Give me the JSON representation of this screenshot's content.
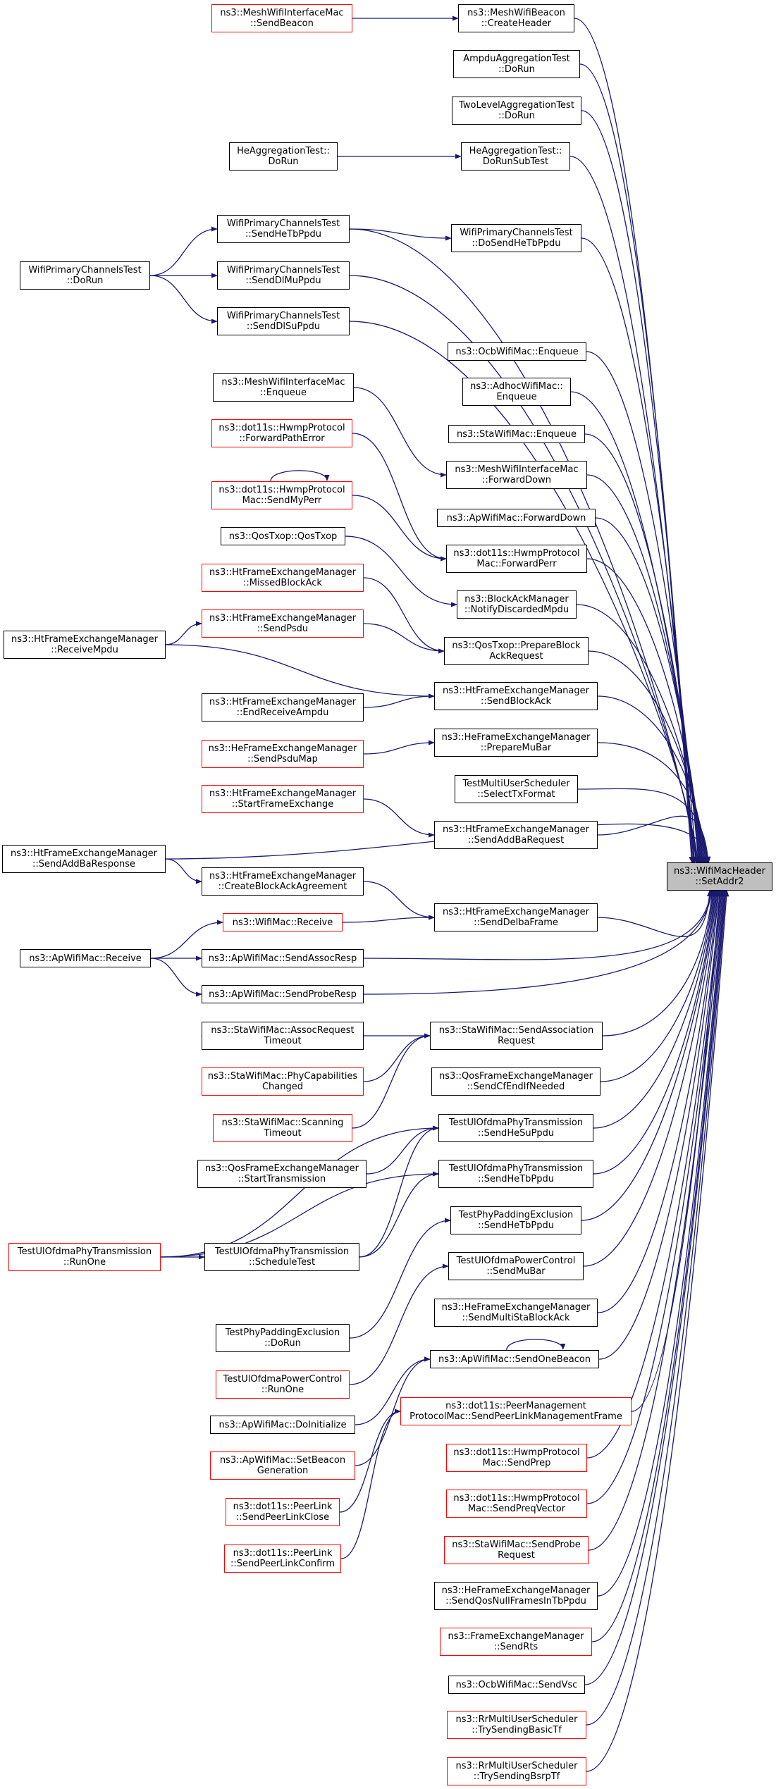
{
  "nodes": [
    {
      "id": "n_meshSendBeacon",
      "lines": [
        "ns3::MeshWifiInterfaceMac",
        "::SendBeacon"
      ],
      "style": "red"
    },
    {
      "id": "n_meshCreateHeader",
      "lines": [
        "ns3::MeshWifiBeacon",
        "::CreateHeader"
      ],
      "style": "black"
    },
    {
      "id": "n_ampduDoRun",
      "lines": [
        "AmpduAggregationTest",
        "::DoRun"
      ],
      "style": "black"
    },
    {
      "id": "n_twoLevelDoRun",
      "lines": [
        "TwoLevelAggregationTest",
        "::DoRun"
      ],
      "style": "black"
    },
    {
      "id": "n_heAggDoRun",
      "lines": [
        "HeAggregationTest::",
        "DoRun"
      ],
      "style": "black"
    },
    {
      "id": "n_heAggDoRunSubTest",
      "lines": [
        "HeAggregationTest::",
        "DoRunSubTest"
      ],
      "style": "black"
    },
    {
      "id": "n_wpcSendHeTbPpdu",
      "lines": [
        "WifiPrimaryChannelsTest",
        "::SendHeTbPpdu"
      ],
      "style": "black"
    },
    {
      "id": "n_wpcDoSendHeTbPpdu",
      "lines": [
        "WifiPrimaryChannelsTest",
        "::DoSendHeTbPpdu"
      ],
      "style": "black"
    },
    {
      "id": "n_wpcDoRun",
      "lines": [
        "WifiPrimaryChannelsTest",
        "::DoRun"
      ],
      "style": "black"
    },
    {
      "id": "n_wpcSendDlMuPpdu",
      "lines": [
        "WifiPrimaryChannelsTest",
        "::SendDlMuPpdu"
      ],
      "style": "black"
    },
    {
      "id": "n_wpcSendDlSuPpdu",
      "lines": [
        "WifiPrimaryChannelsTest",
        "::SendDlSuPpdu"
      ],
      "style": "black"
    },
    {
      "id": "n_ocbEnqueue",
      "lines": [
        "ns3::OcbWifiMac::Enqueue"
      ],
      "style": "black"
    },
    {
      "id": "n_adhocEnqueue",
      "lines": [
        "ns3::AdhocWifiMac::",
        "Enqueue"
      ],
      "style": "black"
    },
    {
      "id": "n_meshEnqueue",
      "lines": [
        "ns3::MeshWifiInterfaceMac",
        "::Enqueue"
      ],
      "style": "black"
    },
    {
      "id": "n_staEnqueue",
      "lines": [
        "ns3::StaWifiMac::Enqueue"
      ],
      "style": "black"
    },
    {
      "id": "n_hwmpForwardPathError",
      "lines": [
        "ns3::dot11s::HwmpProtocol",
        "::ForwardPathError"
      ],
      "style": "red"
    },
    {
      "id": "n_meshForwardDown",
      "lines": [
        "ns3::MeshWifiInterfaceMac",
        "::ForwardDown"
      ],
      "style": "black"
    },
    {
      "id": "n_hwmpSendMyPerr",
      "lines": [
        "ns3::dot11s::HwmpProtocol",
        "Mac::SendMyPerr"
      ],
      "style": "red"
    },
    {
      "id": "n_apForwardDown",
      "lines": [
        "ns3::ApWifiMac::ForwardDown"
      ],
      "style": "black"
    },
    {
      "id": "n_qosTxopQosTxop",
      "lines": [
        "ns3::QosTxop::QosTxop"
      ],
      "style": "black"
    },
    {
      "id": "n_hwmpForwardPerr",
      "lines": [
        "ns3::dot11s::HwmpProtocol",
        "Mac::ForwardPerr"
      ],
      "style": "black"
    },
    {
      "id": "n_htMissedBlockAck",
      "lines": [
        "ns3::HtFrameExchangeManager",
        "::MissedBlockAck"
      ],
      "style": "red"
    },
    {
      "id": "n_baNotifyDiscardedMpdu",
      "lines": [
        "ns3::BlockAckManager",
        "::NotifyDiscardedMpdu"
      ],
      "style": "black"
    },
    {
      "id": "n_htSendPsdu",
      "lines": [
        "ns3::HtFrameExchangeManager",
        "::SendPsdu"
      ],
      "style": "red"
    },
    {
      "id": "n_htReceiveMpdu",
      "lines": [
        "ns3::HtFrameExchangeManager",
        "::ReceiveMpdu"
      ],
      "style": "black"
    },
    {
      "id": "n_qosPrepareBlockAckRequest",
      "lines": [
        "ns3::QosTxop::PrepareBlock",
        "AckRequest"
      ],
      "style": "black"
    },
    {
      "id": "n_htSendBlockAck",
      "lines": [
        "ns3::HtFrameExchangeManager",
        "::SendBlockAck"
      ],
      "style": "black"
    },
    {
      "id": "n_htEndReceiveAmpdu",
      "lines": [
        "ns3::HtFrameExchangeManager",
        "::EndReceiveAmpdu"
      ],
      "style": "black"
    },
    {
      "id": "n_heSendPsduMap",
      "lines": [
        "ns3::HeFrameExchangeManager",
        "::SendPsduMap"
      ],
      "style": "red"
    },
    {
      "id": "n_hePrepareMuBar",
      "lines": [
        "ns3::HeFrameExchangeManager",
        "::PrepareMuBar"
      ],
      "style": "black"
    },
    {
      "id": "n_tmusSelectTxFormat",
      "lines": [
        "TestMultiUserScheduler",
        "::SelectTxFormat"
      ],
      "style": "black"
    },
    {
      "id": "n_htStartFrameExchange",
      "lines": [
        "ns3::HtFrameExchangeManager",
        "::StartFrameExchange"
      ],
      "style": "red"
    },
    {
      "id": "n_htSendAddBaRequest",
      "lines": [
        "ns3::HtFrameExchangeManager",
        "::SendAddBaRequest"
      ],
      "style": "black"
    },
    {
      "id": "n_htSendAddBaResponse",
      "lines": [
        "ns3::HtFrameExchangeManager",
        "::SendAddBaResponse"
      ],
      "style": "black"
    },
    {
      "id": "n_root",
      "lines": [
        "ns3::WifiMacHeader",
        "::SetAddr2"
      ],
      "style": "root"
    },
    {
      "id": "n_htCreateBlockAckAgreement",
      "lines": [
        "ns3::HtFrameExchangeManager",
        "::CreateBlockAckAgreement"
      ],
      "style": "black"
    },
    {
      "id": "n_wifiMacReceive",
      "lines": [
        "ns3::WifiMac::Receive"
      ],
      "style": "red"
    },
    {
      "id": "n_htSendDelbaFrame",
      "lines": [
        "ns3::HtFrameExchangeManager",
        "::SendDelbaFrame"
      ],
      "style": "black"
    },
    {
      "id": "n_apReceive",
      "lines": [
        "ns3::ApWifiMac::Receive"
      ],
      "style": "black"
    },
    {
      "id": "n_apSendAssocResp",
      "lines": [
        "ns3::ApWifiMac::SendAssocResp"
      ],
      "style": "black"
    },
    {
      "id": "n_apSendProbeResp",
      "lines": [
        "ns3::ApWifiMac::SendProbeResp"
      ],
      "style": "black"
    },
    {
      "id": "n_staAssocRequestTimeout",
      "lines": [
        "ns3::StaWifiMac::AssocRequest",
        "Timeout"
      ],
      "style": "black"
    },
    {
      "id": "n_staSendAssociationRequest",
      "lines": [
        "ns3::StaWifiMac::SendAssociation",
        "Request"
      ],
      "style": "black"
    },
    {
      "id": "n_staPhyCapabilitiesChanged",
      "lines": [
        "ns3::StaWifiMac::PhyCapabilities",
        "Changed"
      ],
      "style": "red"
    },
    {
      "id": "n_qosSendCfEndIfNeeded",
      "lines": [
        "ns3::QosFrameExchangeManager",
        "::SendCfEndIfNeeded"
      ],
      "style": "black"
    },
    {
      "id": "n_staScanningTimeout",
      "lines": [
        "ns3::StaWifiMac::Scanning",
        "Timeout"
      ],
      "style": "red"
    },
    {
      "id": "n_tuopSendHeSuPpdu",
      "lines": [
        "TestUlOfdmaPhyTransmission",
        "::SendHeSuPpdu"
      ],
      "style": "black"
    },
    {
      "id": "n_qosStartTransmission",
      "lines": [
        "ns3::QosFrameExchangeManager",
        "::StartTransmission"
      ],
      "style": "black"
    },
    {
      "id": "n_tuopSendHeTbPpdu",
      "lines": [
        "TestUlOfdmaPhyTransmission",
        "::SendHeTbPpdu"
      ],
      "style": "black"
    },
    {
      "id": "n_tuopRunOne",
      "lines": [
        "TestUlOfdmaPhyTransmission",
        "::RunOne"
      ],
      "style": "red"
    },
    {
      "id": "n_tuopScheduleTest",
      "lines": [
        "TestUlOfdmaPhyTransmission",
        "::ScheduleTest"
      ],
      "style": "black"
    },
    {
      "id": "n_tppeSendHeTbPpdu",
      "lines": [
        "TestPhyPaddingExclusion",
        "::SendHeTbPpdu"
      ],
      "style": "black"
    },
    {
      "id": "n_tuopcSendMuBar",
      "lines": [
        "TestUlOfdmaPowerControl",
        "::SendMuBar"
      ],
      "style": "black"
    },
    {
      "id": "n_tppeDoRun",
      "lines": [
        "TestPhyPaddingExclusion",
        "::DoRun"
      ],
      "style": "black"
    },
    {
      "id": "n_heSendMultiStaBlockAck",
      "lines": [
        "ns3::HeFrameExchangeManager",
        "::SendMultiStaBlockAck"
      ],
      "style": "black"
    },
    {
      "id": "n_tuopcRunOne",
      "lines": [
        "TestUlOfdmaPowerControl",
        "::RunOne"
      ],
      "style": "red"
    },
    {
      "id": "n_apSendOneBeacon",
      "lines": [
        "ns3::ApWifiMac::SendOneBeacon"
      ],
      "style": "black"
    },
    {
      "id": "n_apDoInitialize",
      "lines": [
        "ns3::ApWifiMac::DoInitialize"
      ],
      "style": "black"
    },
    {
      "id": "n_pmSendPeerLinkManagementFrame",
      "lines": [
        "ns3::dot11s::PeerManagement",
        "ProtocolMac::SendPeerLinkManagementFrame"
      ],
      "style": "red"
    },
    {
      "id": "n_apSetBeaconGeneration",
      "lines": [
        "ns3::ApWifiMac::SetBeacon",
        "Generation"
      ],
      "style": "red"
    },
    {
      "id": "n_hwmpSendPrep",
      "lines": [
        "ns3::dot11s::HwmpProtocol",
        "Mac::SendPrep"
      ],
      "style": "red"
    },
    {
      "id": "n_plSendPeerLinkClose",
      "lines": [
        "ns3::dot11s::PeerLink",
        "::SendPeerLinkClose"
      ],
      "style": "red"
    },
    {
      "id": "n_hwmpSendPreqVector",
      "lines": [
        "ns3::dot11s::HwmpProtocol",
        "Mac::SendPreqVector"
      ],
      "style": "red"
    },
    {
      "id": "n_plSendPeerLinkConfirm",
      "lines": [
        "ns3::dot11s::PeerLink",
        "::SendPeerLinkConfirm"
      ],
      "style": "red"
    },
    {
      "id": "n_staSendProbeRequest",
      "lines": [
        "ns3::StaWifiMac::SendProbe",
        "Request"
      ],
      "style": "red"
    },
    {
      "id": "n_heSendQosNullFramesInTbPpdu",
      "lines": [
        "ns3::HeFrameExchangeManager",
        "::SendQosNullFramesInTbPpdu"
      ],
      "style": "black"
    },
    {
      "id": "n_femSendRts",
      "lines": [
        "ns3::FrameExchangeManager",
        "::SendRts"
      ],
      "style": "red"
    },
    {
      "id": "n_ocbSendVsc",
      "lines": [
        "ns3::OcbWifiMac::SendVsc"
      ],
      "style": "black"
    },
    {
      "id": "n_rrTrySendingBasicTf",
      "lines": [
        "ns3::RrMultiUserScheduler",
        "::TrySendingBasicTf"
      ],
      "style": "red"
    },
    {
      "id": "n_rrTrySendingBsrpTf",
      "lines": [
        "ns3::RrMultiUserScheduler",
        "::TrySendingBsrpTf"
      ],
      "style": "red"
    }
  ],
  "edges": [
    [
      "n_meshSendBeacon",
      "n_meshCreateHeader"
    ],
    [
      "n_heAggDoRun",
      "n_heAggDoRunSubTest"
    ],
    [
      "n_wpcDoRun",
      "n_wpcSendHeTbPpdu"
    ],
    [
      "n_wpcDoRun",
      "n_wpcSendDlMuPpdu"
    ],
    [
      "n_wpcDoRun",
      "n_wpcSendDlSuPpdu"
    ],
    [
      "n_wpcSendHeTbPpdu",
      "n_wpcDoSendHeTbPpdu"
    ],
    [
      "n_meshEnqueue",
      "n_meshForwardDown"
    ],
    [
      "n_hwmpForwardPathError",
      "n_hwmpForwardPerr"
    ],
    [
      "n_hwmpSendMyPerr",
      "n_hwmpSendMyPerr"
    ],
    [
      "n_hwmpSendMyPerr",
      "n_hwmpForwardPerr"
    ],
    [
      "n_qosTxopQosTxop",
      "n_baNotifyDiscardedMpdu"
    ],
    [
      "n_htMissedBlockAck",
      "n_qosPrepareBlockAckRequest"
    ],
    [
      "n_htSendPsdu",
      "n_qosPrepareBlockAckRequest"
    ],
    [
      "n_htReceiveMpdu",
      "n_htSendPsdu"
    ],
    [
      "n_htReceiveMpdu",
      "n_htSendBlockAck"
    ],
    [
      "n_htEndReceiveAmpdu",
      "n_htSendBlockAck"
    ],
    [
      "n_heSendPsduMap",
      "n_hePrepareMuBar"
    ],
    [
      "n_htStartFrameExchange",
      "n_htSendAddBaRequest"
    ],
    [
      "n_htSendAddBaResponse",
      "n_htCreateBlockAckAgreement"
    ],
    [
      "n_wifiMacReceive",
      "n_htSendDelbaFrame"
    ],
    [
      "n_htCreateBlockAckAgreement",
      "n_htSendDelbaFrame"
    ],
    [
      "n_apReceive",
      "n_wifiMacReceive"
    ],
    [
      "n_apReceive",
      "n_apSendAssocResp"
    ],
    [
      "n_apReceive",
      "n_apSendProbeResp"
    ],
    [
      "n_staSendAssociationRequest",
      "n_staAssocRequestTimeout"
    ],
    [
      "n_staPhyCapabilitiesChanged",
      "n_staSendAssociationRequest"
    ],
    [
      "n_staScanningTimeout",
      "n_staSendAssociationRequest"
    ],
    [
      "n_qosStartTransmission",
      "n_tuopSendHeSuPpdu"
    ],
    [
      "n_tuopRunOne",
      "n_tuopSendHeSuPpdu"
    ],
    [
      "n_tuopRunOne",
      "n_tuopScheduleTest"
    ],
    [
      "n_tuopRunOne",
      "n_tuopSendHeTbPpdu"
    ],
    [
      "n_tuopScheduleTest",
      "n_tuopSendHeSuPpdu"
    ],
    [
      "n_tuopScheduleTest",
      "n_tuopSendHeTbPpdu"
    ],
    [
      "n_tppeDoRun",
      "n_tppeSendHeTbPpdu"
    ],
    [
      "n_tuopcRunOne",
      "n_tuopcSendMuBar"
    ],
    [
      "n_apSendOneBeacon",
      "n_apSendOneBeacon"
    ],
    [
      "n_apDoInitialize",
      "n_apSendOneBeacon"
    ],
    [
      "n_apSetBeaconGeneration",
      "n_apSendOneBeacon"
    ],
    [
      "n_plSendPeerLinkClose",
      "n_pmSendPeerLinkManagementFrame"
    ],
    [
      "n_plSendPeerLinkConfirm",
      "n_pmSendPeerLinkManagementFrame"
    ],
    [
      "n_meshCreateHeader",
      "n_root"
    ],
    [
      "n_ampduDoRun",
      "n_root"
    ],
    [
      "n_twoLevelDoRun",
      "n_root"
    ],
    [
      "n_heAggDoRunSubTest",
      "n_root"
    ],
    [
      "n_wpcSendHeTbPpdu",
      "n_root"
    ],
    [
      "n_wpcDoSendHeTbPpdu",
      "n_root"
    ],
    [
      "n_wpcSendDlMuPpdu",
      "n_root"
    ],
    [
      "n_wpcSendDlSuPpdu",
      "n_root"
    ],
    [
      "n_ocbEnqueue",
      "n_root"
    ],
    [
      "n_adhocEnqueue",
      "n_root"
    ],
    [
      "n_staEnqueue",
      "n_root"
    ],
    [
      "n_meshForwardDown",
      "n_root"
    ],
    [
      "n_apForwardDown",
      "n_root"
    ],
    [
      "n_hwmpForwardPerr",
      "n_root"
    ],
    [
      "n_baNotifyDiscardedMpdu",
      "n_root"
    ],
    [
      "n_qosPrepareBlockAckRequest",
      "n_root"
    ],
    [
      "n_htSendBlockAck",
      "n_root"
    ],
    [
      "n_hePrepareMuBar",
      "n_root"
    ],
    [
      "n_tmusSelectTxFormat",
      "n_root"
    ],
    [
      "n_htSendAddBaRequest",
      "n_root"
    ],
    [
      "n_htSendAddBaResponse",
      "n_root"
    ],
    [
      "n_htSendDelbaFrame",
      "n_root"
    ],
    [
      "n_apSendAssocResp",
      "n_root"
    ],
    [
      "n_apSendProbeResp",
      "n_root"
    ],
    [
      "n_staSendAssociationRequest",
      "n_root"
    ],
    [
      "n_qosSendCfEndIfNeeded",
      "n_root"
    ],
    [
      "n_tuopSendHeSuPpdu",
      "n_root"
    ],
    [
      "n_tuopSendHeTbPpdu",
      "n_root"
    ],
    [
      "n_tppeSendHeTbPpdu",
      "n_root"
    ],
    [
      "n_tuopcSendMuBar",
      "n_root"
    ],
    [
      "n_heSendMultiStaBlockAck",
      "n_root"
    ],
    [
      "n_apSendOneBeacon",
      "n_root"
    ],
    [
      "n_pmSendPeerLinkManagementFrame",
      "n_root"
    ],
    [
      "n_hwmpSendPrep",
      "n_root"
    ],
    [
      "n_hwmpSendPreqVector",
      "n_root"
    ],
    [
      "n_staSendProbeRequest",
      "n_root"
    ],
    [
      "n_heSendQosNullFramesInTbPpdu",
      "n_root"
    ],
    [
      "n_femSendRts",
      "n_root"
    ],
    [
      "n_ocbSendVsc",
      "n_root"
    ],
    [
      "n_rrTrySendingBasicTf",
      "n_root"
    ],
    [
      "n_rrTrySendingBsrpTf",
      "n_root"
    ]
  ],
  "colors": {
    "edge": "#191970",
    "node_border": "#000000",
    "highlight_border": "#ff0000",
    "root_fill": "#bfbfbf"
  }
}
